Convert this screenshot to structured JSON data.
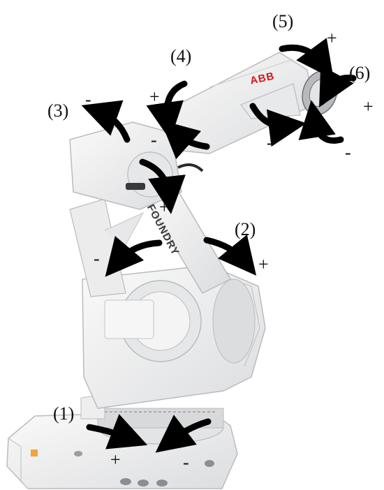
{
  "brand": {
    "name": "ABB",
    "model": "FOUNDRY"
  },
  "colors": {
    "robot": "#f2f2f2",
    "robot_shade": "#d9dadb",
    "outline": "#b9bbbd",
    "arrow": "#000000",
    "brand": "#d11a1a"
  },
  "axes": [
    {
      "label": "(1)",
      "plus": "+",
      "minus": "-"
    },
    {
      "label": "(2)",
      "plus": "+",
      "minus": "-"
    },
    {
      "label": "(3)",
      "plus": "+",
      "minus": "-"
    },
    {
      "label": "(4)",
      "plus": "+",
      "minus": "-"
    },
    {
      "label": "(5)",
      "plus": "+",
      "minus": "-"
    },
    {
      "label": "(6)",
      "plus": "+",
      "minus": "-"
    }
  ]
}
